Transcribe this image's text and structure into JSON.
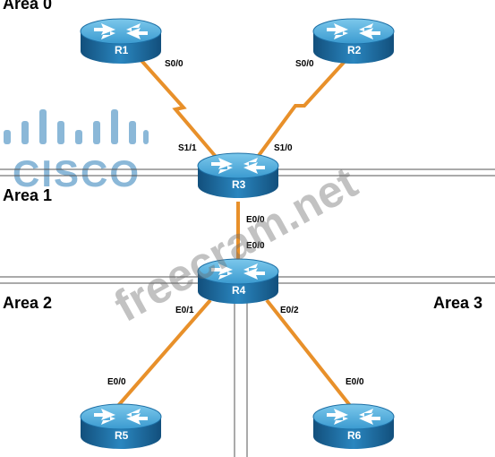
{
  "areas": [
    "Area 0",
    "Area 1",
    "Area 2",
    "Area 3"
  ],
  "routers": {
    "r1": "R1",
    "r2": "R2",
    "r3": "R3",
    "r4": "R4",
    "r5": "R5",
    "r6": "R6"
  },
  "interfaces": {
    "r1_s00": "S0/0",
    "r2_s00": "S0/0",
    "r3_s11": "S1/1",
    "r3_s10": "S1/0",
    "r3_e00": "E0/0",
    "r4_e00": "E0/0",
    "r4_e01": "E0/1",
    "r4_e02": "E0/2",
    "r5_e00": "E0/0",
    "r6_e00": "E0/0"
  },
  "watermark": "freecram.net",
  "logo": "CISCO",
  "colors": {
    "link": "#e8902a",
    "router_top": "#5ab4e0",
    "router_side": "#1d6fa5",
    "boundary": "#555555"
  }
}
